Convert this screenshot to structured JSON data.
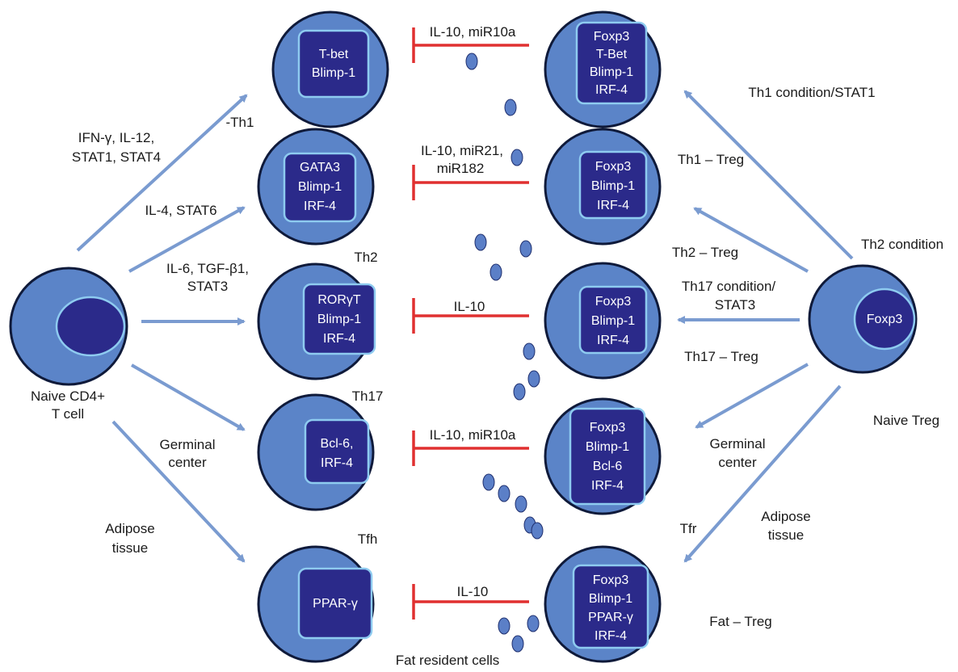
{
  "colors": {
    "cell_fill": "#5b84c8",
    "nucleus_fill": "#2b2a8a",
    "nucleus_border": "#8ecbf0",
    "arrow": "#7a9bd0",
    "inhibition": "#e03030"
  },
  "naive_cd4": {
    "label_line1": "Naive CD4+",
    "label_line2": "T cell"
  },
  "naive_treg": {
    "nucleus": "Foxp3",
    "label": "Naive Treg"
  },
  "effector_cells": [
    {
      "nucleus": [
        "T-bet",
        "Blimp-1"
      ],
      "subtype": "-Th1"
    },
    {
      "nucleus": [
        "GATA3",
        "Blimp-1",
        "IRF-4"
      ],
      "subtype": "Th2"
    },
    {
      "nucleus": [
        "RORγT",
        "Blimp-1",
        "IRF-4"
      ],
      "subtype": "Th17"
    },
    {
      "nucleus": [
        "Bcl-6,",
        "IRF-4"
      ],
      "subtype": "Tfh"
    },
    {
      "nucleus": [
        "PPAR-γ"
      ],
      "subtype": ""
    }
  ],
  "treg_cells": [
    {
      "nucleus": [
        "Foxp3",
        "T-Bet",
        "Blimp-1",
        "IRF-4"
      ],
      "label": ""
    },
    {
      "nucleus": [
        "Foxp3",
        "Blimp-1",
        "IRF-4"
      ],
      "label": "Th1 – Treg"
    },
    {
      "nucleus": [
        "Foxp3",
        "Blimp-1",
        "IRF-4"
      ],
      "label": "Th17 – Treg"
    },
    {
      "nucleus": [
        "Foxp3",
        "Blimp-1",
        "Bcl-6",
        "IRF-4"
      ],
      "label": "Tfr"
    },
    {
      "nucleus": [
        "Foxp3",
        "Blimp-1",
        "PPAR-γ",
        "IRF-4"
      ],
      "label": "Fat – Treg"
    }
  ],
  "left_arrows": [
    {
      "lines": [
        "IFN-γ, IL-12,",
        "STAT1, STAT4"
      ]
    },
    {
      "lines": [
        "IL-4, STAT6"
      ]
    },
    {
      "lines": [
        "IL-6, TGF-β1,",
        "STAT3"
      ]
    },
    {
      "lines": [
        "Germinal",
        "center"
      ]
    },
    {
      "lines": [
        "Adipose",
        "tissue"
      ]
    }
  ],
  "right_arrows": [
    {
      "lines": [
        "Th1 condition/STAT1"
      ]
    },
    {
      "lines": [
        "Th2 condition"
      ]
    },
    {
      "lines": [
        "Th17 condition/",
        "STAT3"
      ]
    },
    {
      "lines": [
        "Germinal",
        "center"
      ]
    },
    {
      "lines": [
        "Adipose",
        "tissue"
      ]
    }
  ],
  "extra_labels": {
    "th2_treg": "Th2 – Treg"
  },
  "inhibitions": [
    {
      "lines": [
        "IL-10, miR10a"
      ]
    },
    {
      "lines": [
        "IL-10, miR21,",
        "miR182"
      ]
    },
    {
      "lines": [
        "IL-10"
      ]
    },
    {
      "lines": [
        "IL-10, miR10a"
      ]
    },
    {
      "lines": [
        "IL-10"
      ]
    }
  ],
  "fat_cells_label": "Fat resident cells"
}
